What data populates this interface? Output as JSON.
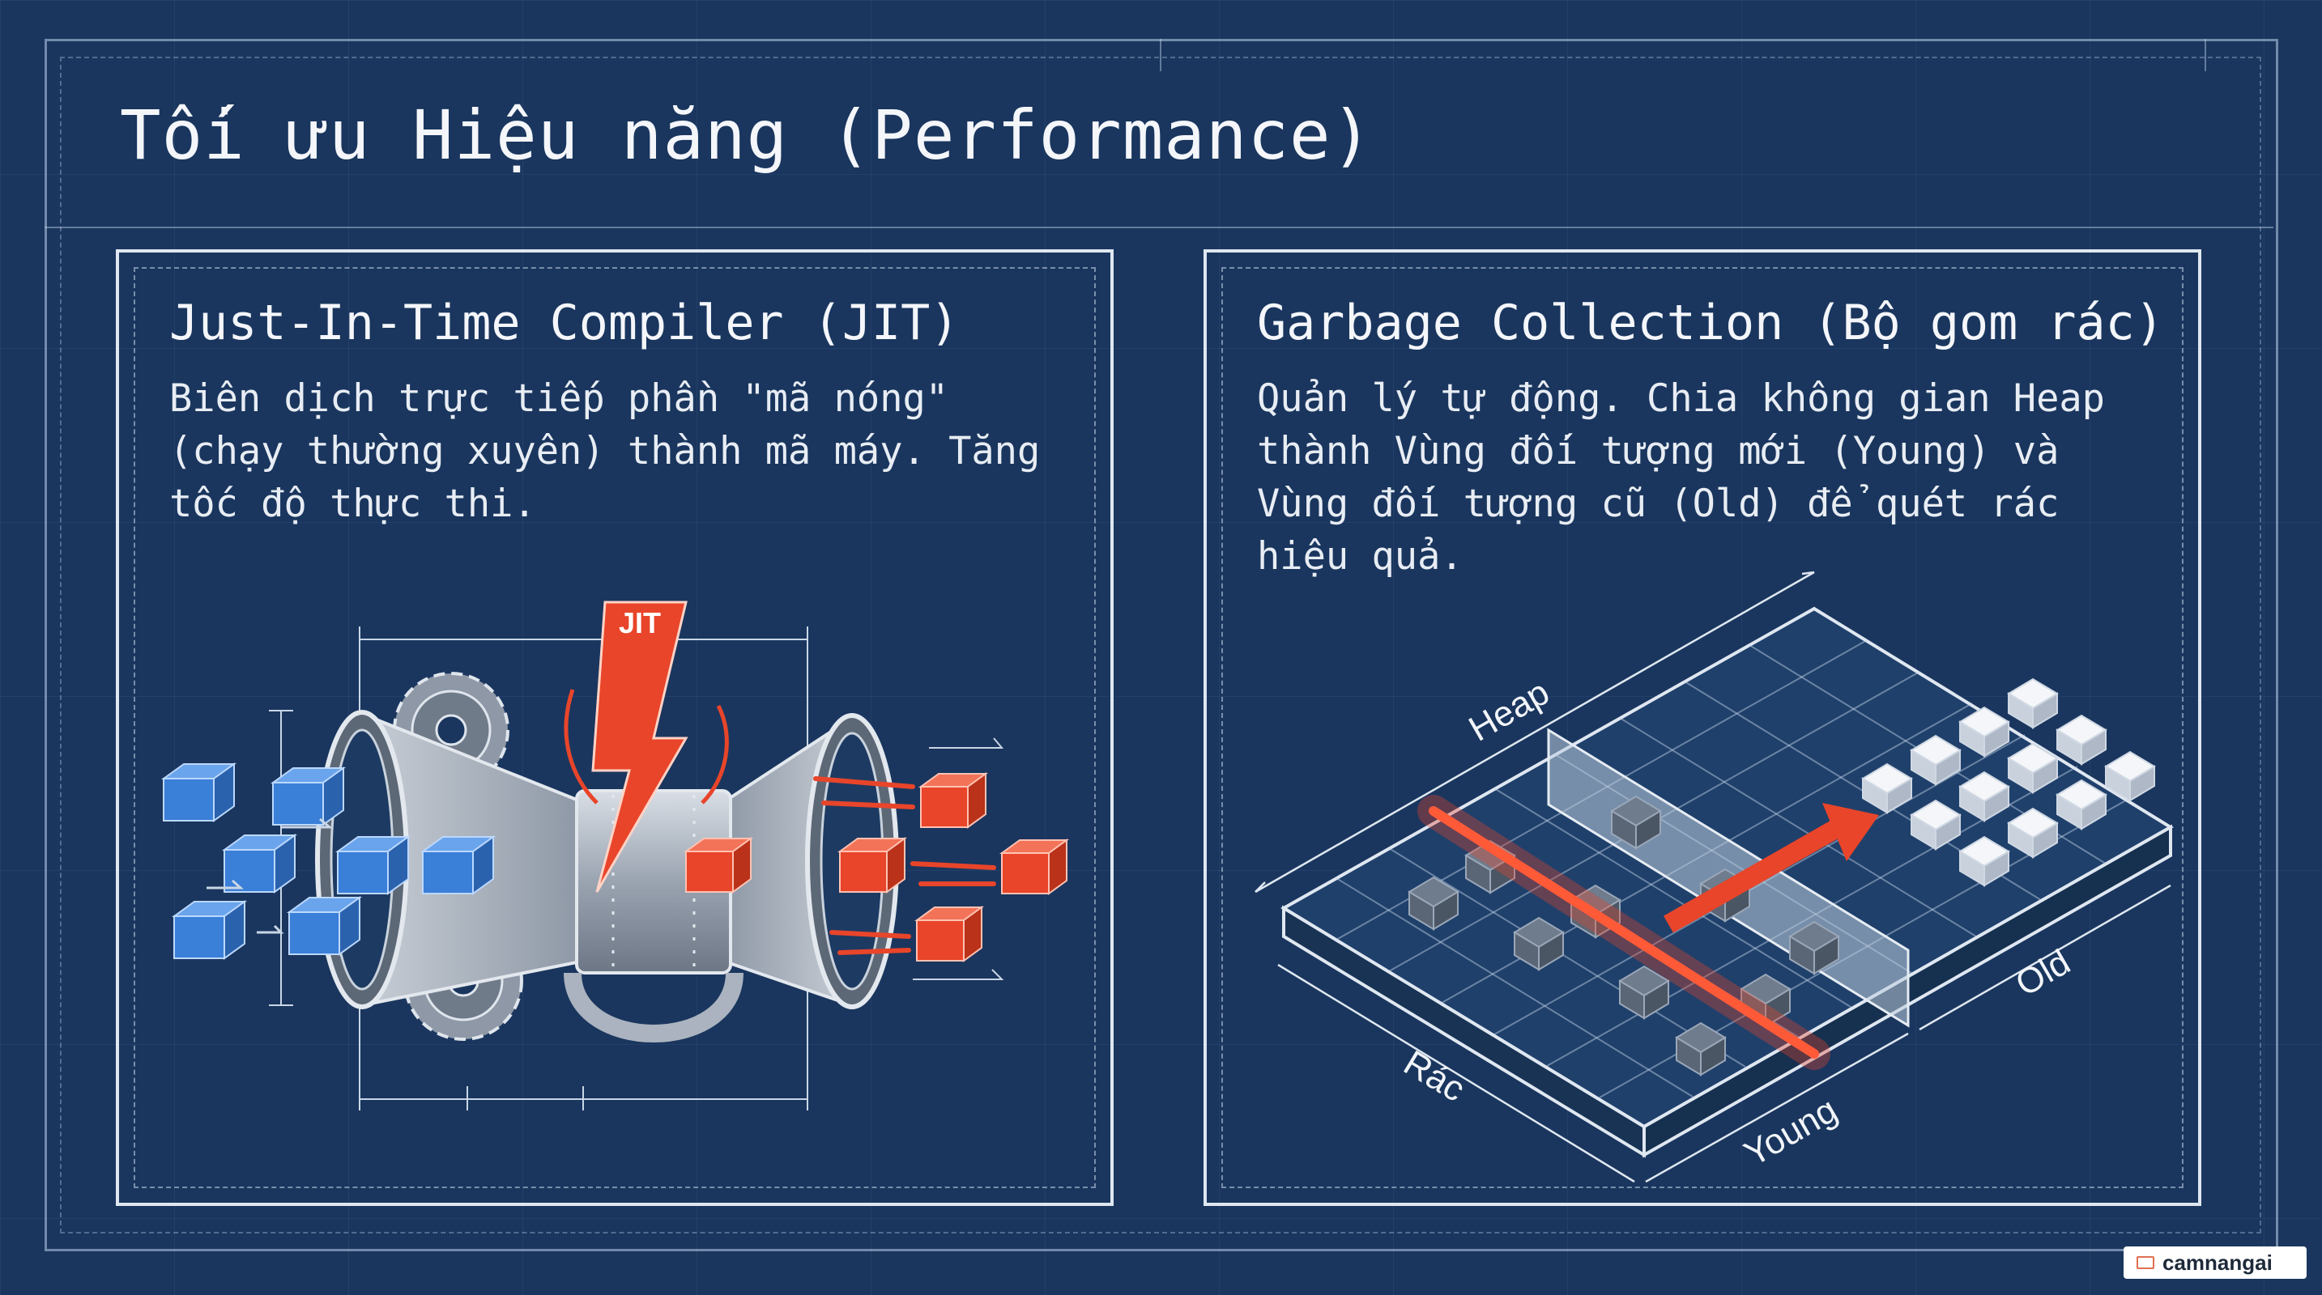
{
  "slide": {
    "title": "Tối ưu Hiệu năng (Performance)"
  },
  "jit_panel": {
    "heading": "Just-In-Time Compiler (JIT)",
    "description": "Biên dịch trực tiếp phần \"mã nóng\" (chạy thường xuyên) thành mã máy. Tăng tốc độ thực thi.",
    "illustration_label": "JIT"
  },
  "gc_panel": {
    "heading": "Garbage Collection (Bộ gom rác)",
    "description": "Quản lý tự động. Chia không gian Heap thành Vùng đối tượng mới (Young) và Vùng đối tượng cũ (Old) để quét rác hiệu quả.",
    "labels": {
      "heap": "Heap",
      "garbage": "Rác",
      "young": "Young",
      "old": "Old"
    }
  },
  "watermark": {
    "text": "camnangai"
  },
  "colors": {
    "background": "#1a365e",
    "line": "#dfe7f1",
    "accent_red": "#e8452a",
    "cube_blue": "#3a7fd8",
    "metal": "#b8c1cc"
  }
}
